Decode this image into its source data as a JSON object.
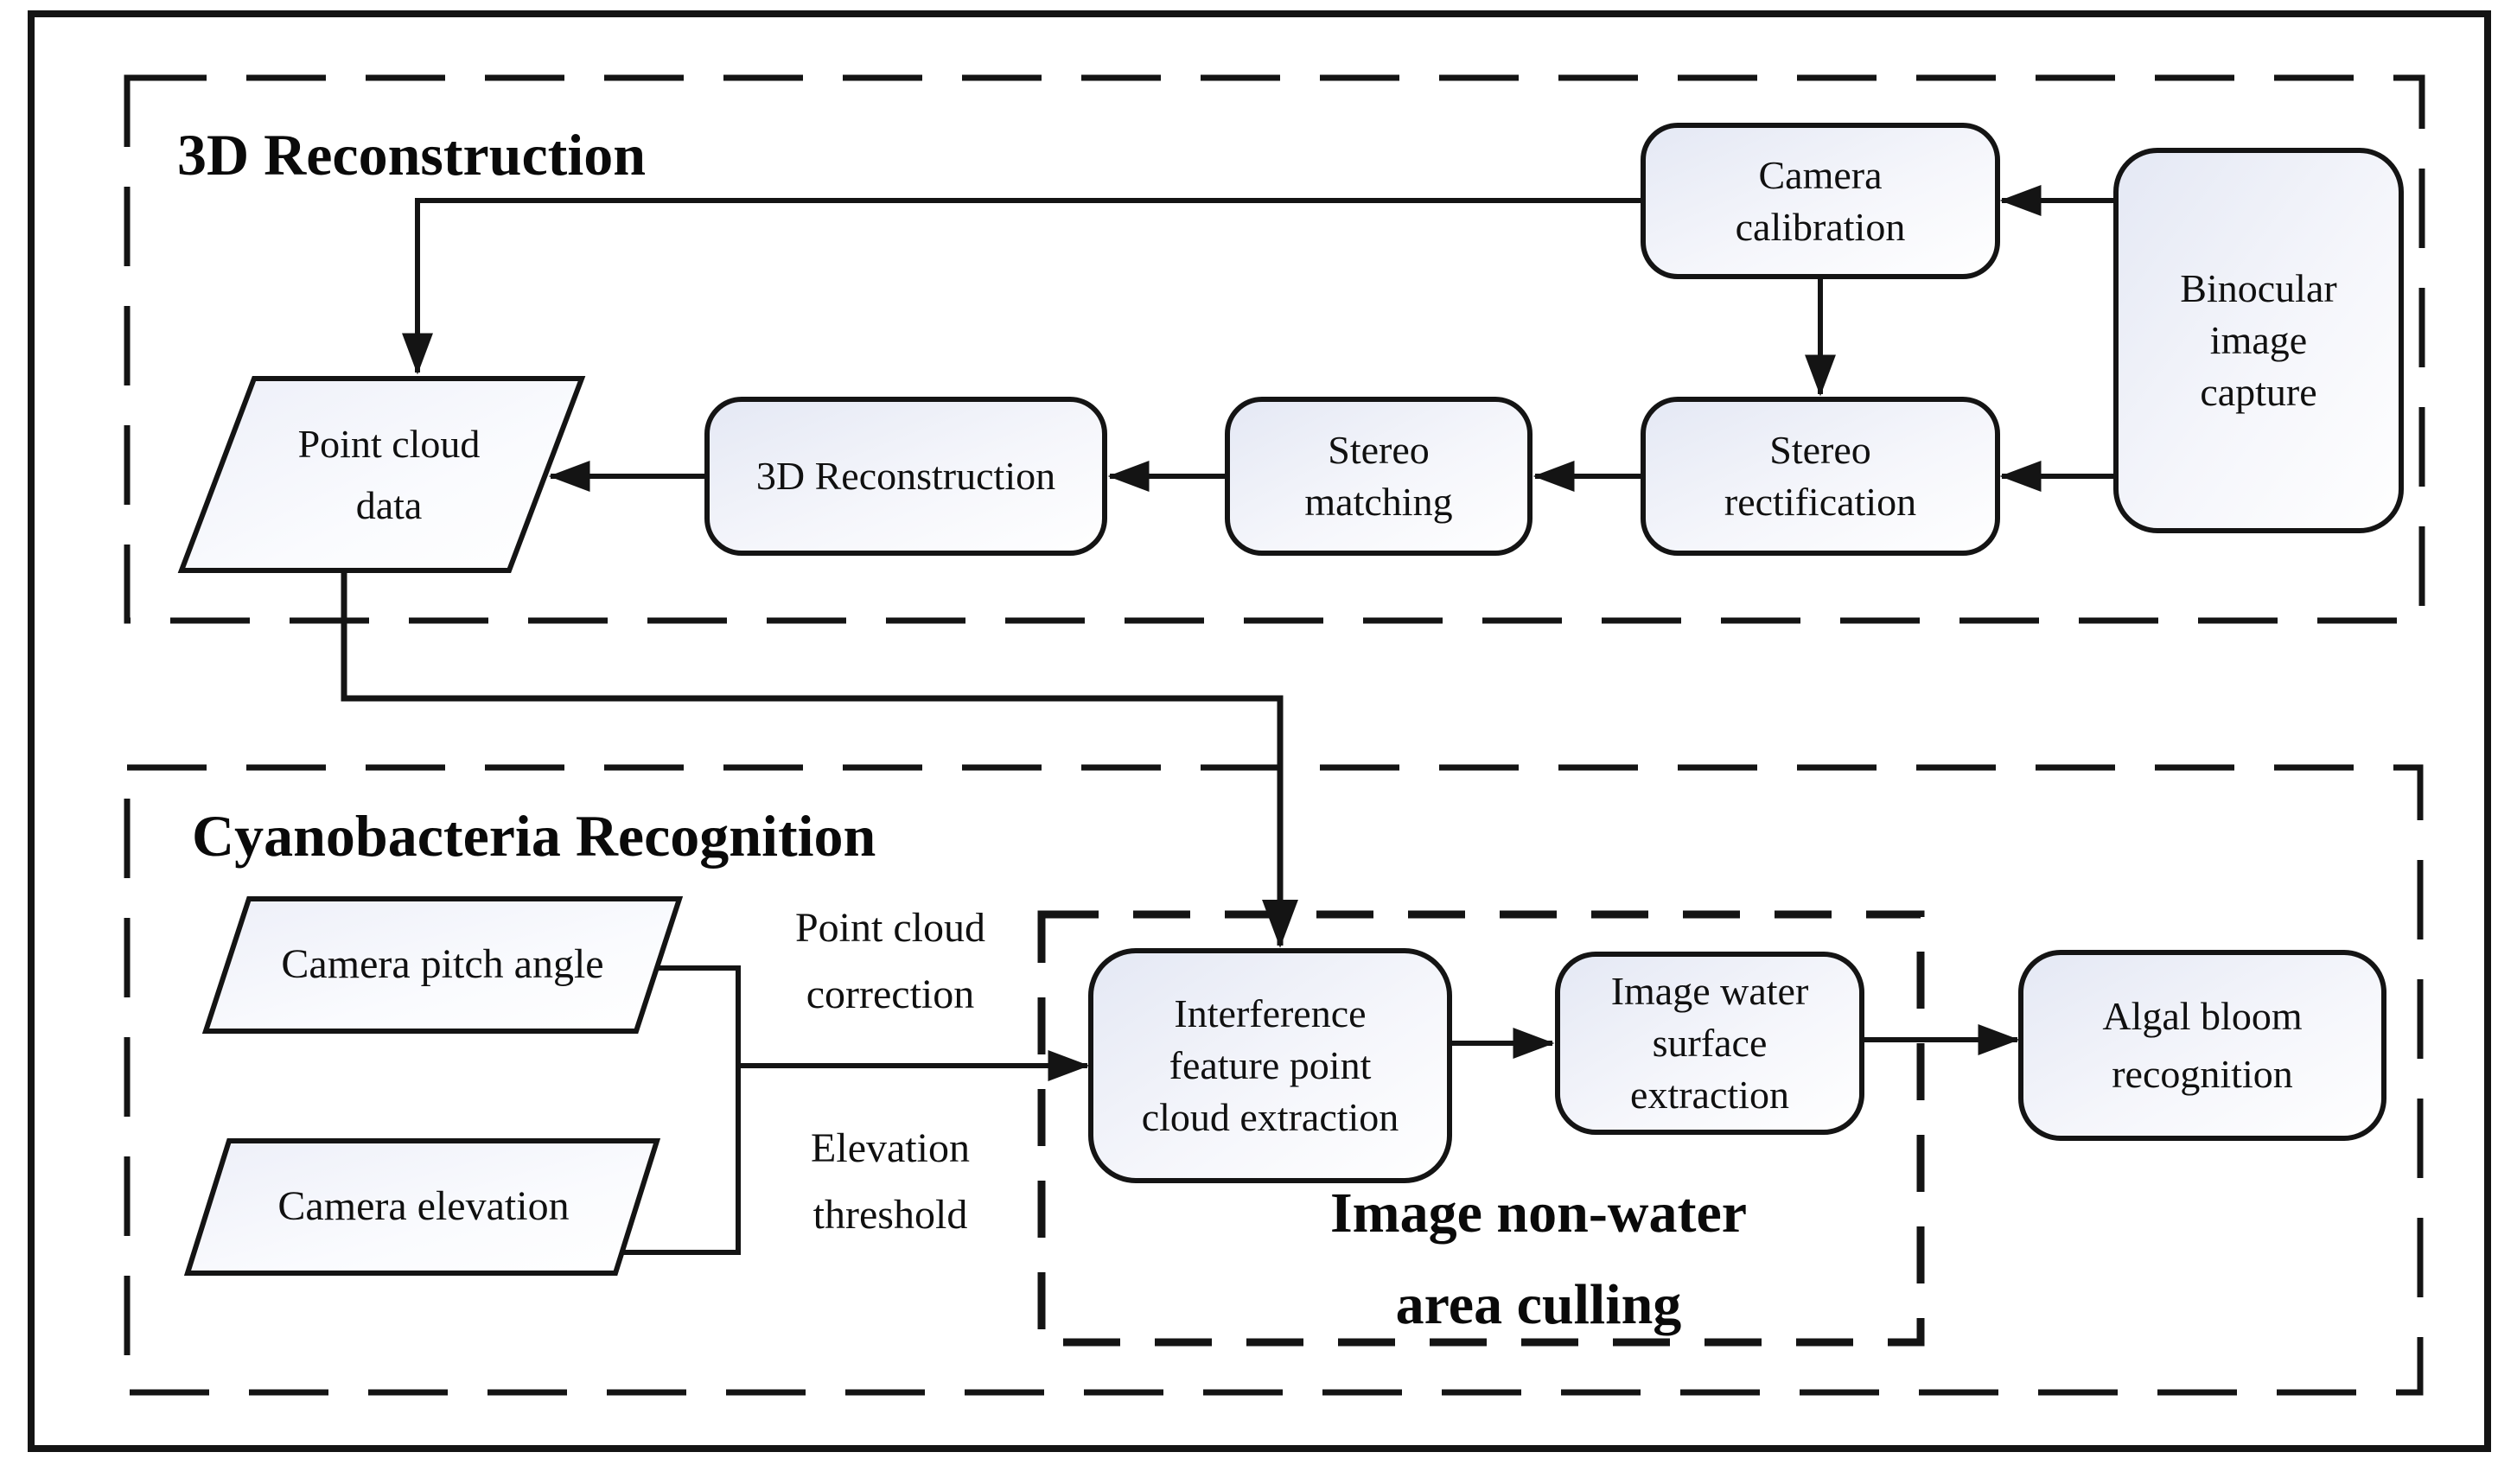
{
  "figure": {
    "titles": {
      "reconstruction": "3D Reconstruction",
      "cyanobacteria": "Cyanobacteria Recognition",
      "culling": "Image non-water\narea culling"
    },
    "nodes": {
      "camera_calibration": "Camera\ncalibration",
      "binocular_image_capture": "Binocular\nimage\ncapture",
      "stereo_rectification": "Stereo\nrectification",
      "stereo_matching": "Stereo\nmatching",
      "reconstruction_3d": "3D Reconstruction",
      "point_cloud_data": "Point cloud\ndata",
      "camera_pitch_angle": "Camera pitch angle",
      "camera_elevation": "Camera elevation",
      "interference_extraction": "Interference\nfeature point\ncloud extraction",
      "image_water_surface": "Image water\nsurface\nextraction",
      "algal_bloom_recognition": "Algal bloom\nrecognition"
    },
    "edge_labels": {
      "point_cloud_correction": "Point cloud\ncorrection",
      "elevation_threshold": "Elevation\nthreshold"
    },
    "colors": {
      "stroke": "#141414",
      "node_fill_top": "#e6e9f4",
      "node_fill_bottom": "#ffffff",
      "background": "#ffffff",
      "text": "#101010"
    }
  }
}
